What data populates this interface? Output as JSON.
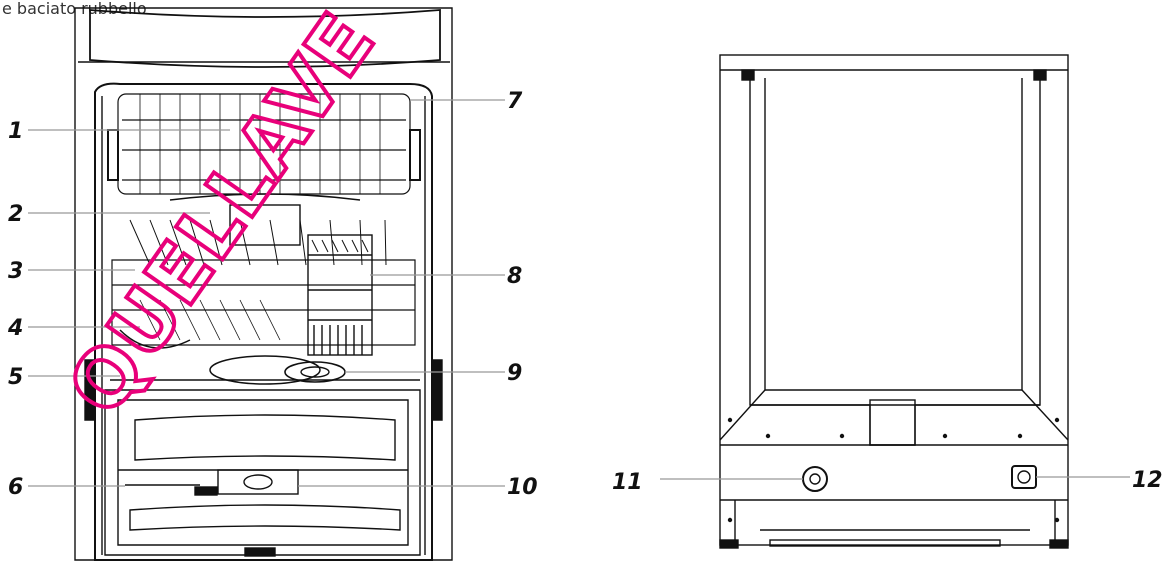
{
  "header_partial": "e baciato rubbello",
  "callouts": {
    "c1": "1",
    "c2": "2",
    "c3": "3",
    "c4": "4",
    "c5": "5",
    "c6": "6",
    "c7": "7",
    "c8": "8",
    "c9": "9",
    "c10": "10",
    "c11": "11",
    "c12": "12"
  },
  "watermark": "QUELLAVE",
  "colors": {
    "line": "#111111",
    "leader": "#888888",
    "watermark": "#e8007a"
  }
}
